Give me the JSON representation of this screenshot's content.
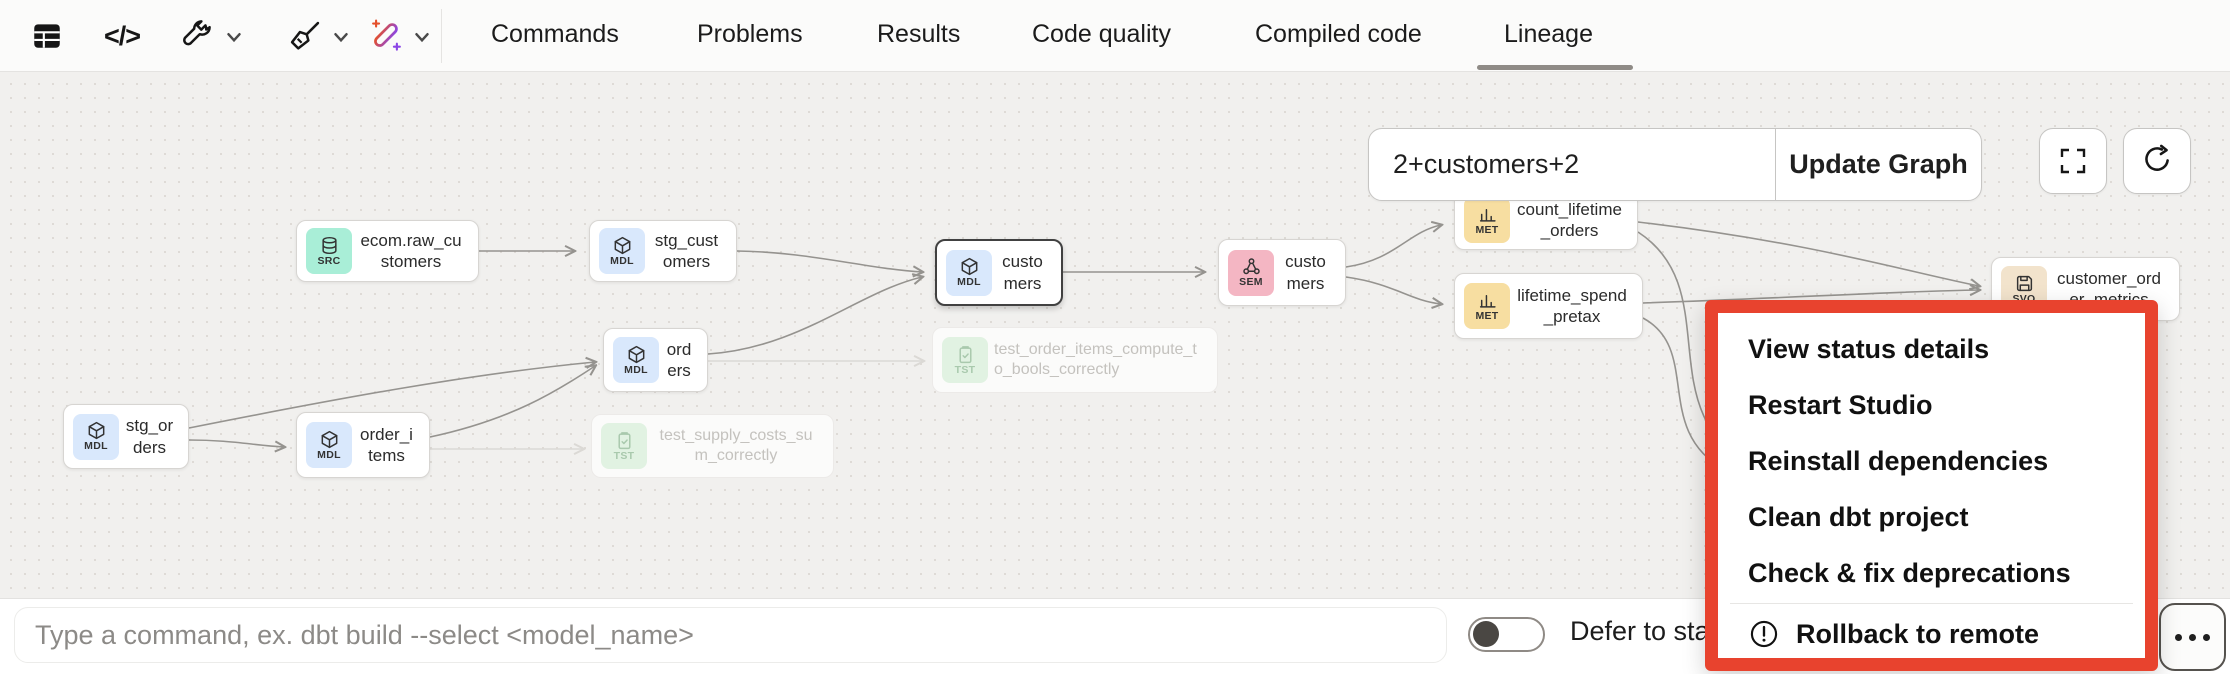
{
  "toolbar": {
    "code_icon_glyph": "</>",
    "icons": [
      "table-icon",
      "code-icon",
      "wrench-icon",
      "broom-icon",
      "magic-wand-icon"
    ],
    "tabs": [
      "Commands",
      "Problems",
      "Results",
      "Code quality",
      "Compiled code",
      "Lineage"
    ],
    "active_tab": "Lineage"
  },
  "graph": {
    "controls": {
      "selector_value": "2+customers+2",
      "update_label": "Update Graph"
    },
    "nodes": [
      {
        "badge": "SRC",
        "label": "ecom.raw_customers"
      },
      {
        "badge": "MDL",
        "label": "stg_customers"
      },
      {
        "badge": "MDL",
        "label": "customers",
        "state": "selected"
      },
      {
        "badge": "SEM",
        "label": "customers"
      },
      {
        "badge": "MET",
        "label": "count_lifetime_orders"
      },
      {
        "badge": "MET",
        "label": "lifetime_spend_pretax"
      },
      {
        "badge": "SVQ",
        "label": "customer_order_metrics"
      },
      {
        "badge": "MDL",
        "label": "orders"
      },
      {
        "badge": "TST",
        "label": "test_order_items_compute_to_bools_correctly",
        "state": "faded"
      },
      {
        "badge": "MDL",
        "label": "stg_orders"
      },
      {
        "badge": "MDL",
        "label": "order_items"
      },
      {
        "badge": "TST",
        "label": "test_supply_costs_sum_correctly",
        "state": "faded"
      }
    ]
  },
  "menu": {
    "items": [
      "View status details",
      "Restart Studio",
      "Reinstall dependencies",
      "Clean dbt project",
      "Check & fix deprecations"
    ],
    "rollback_label": "Rollback to remote"
  },
  "bottom": {
    "placeholder": "Type a command, ex. dbt build --select <model_name>",
    "defer_label": "Defer to sta",
    "toggle_state": "off"
  },
  "colors": {
    "menu_highlight_border": "#e8432e",
    "badge_src": "#a9eed7",
    "badge_mdl": "#d9e8fc",
    "badge_sem": "#f4b6c3",
    "badge_met": "#f7dea1",
    "badge_svq": "#f2e3cc",
    "badge_tst": "#e1f2e2"
  }
}
